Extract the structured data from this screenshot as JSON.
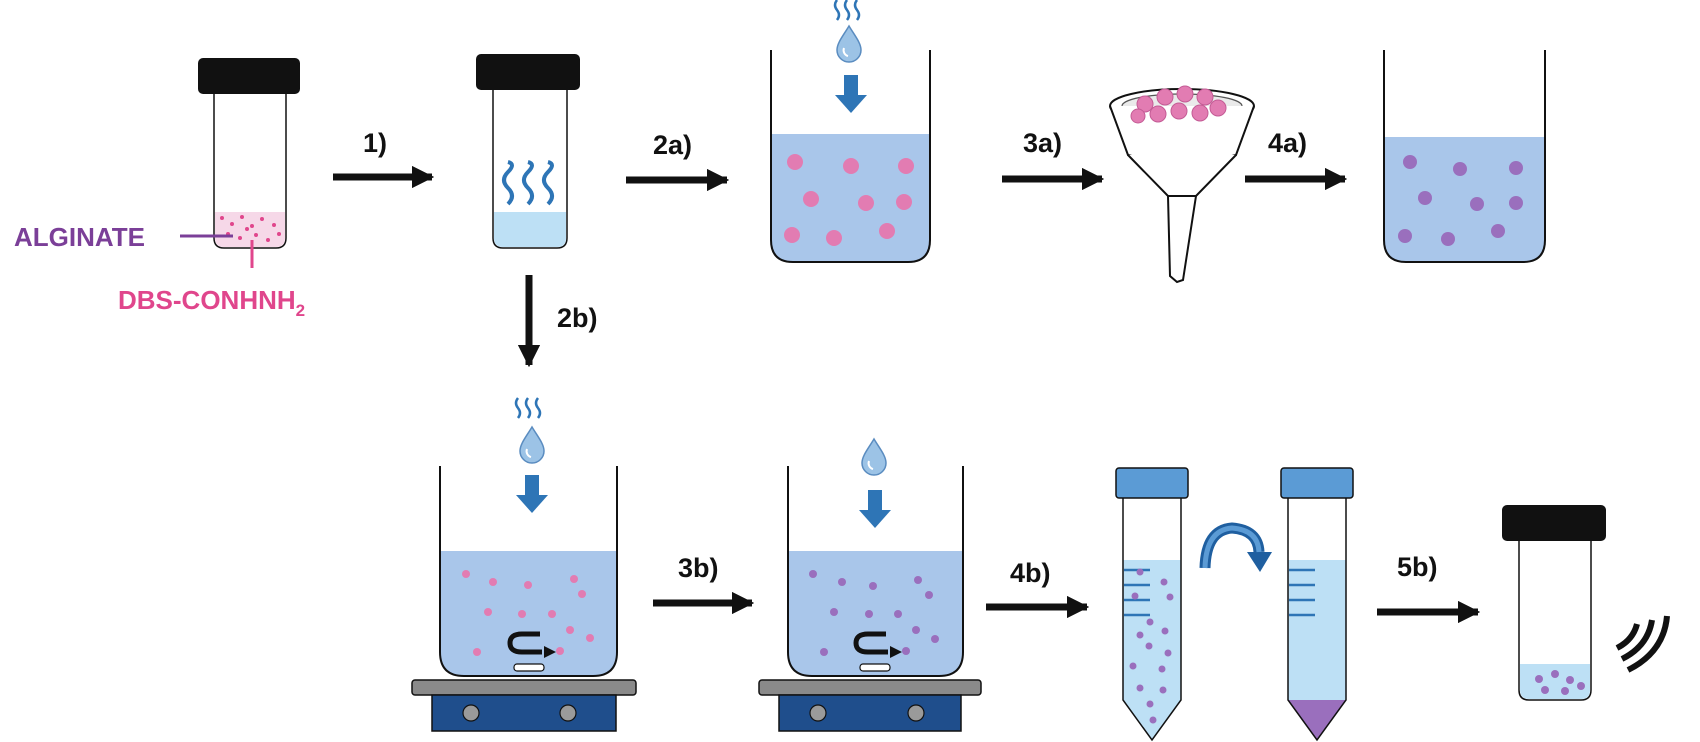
{
  "labels": {
    "alginate": "ALGINATE",
    "dbs_main": "DBS-CONHNH",
    "dbs_sub": "2"
  },
  "steps": {
    "s1": "1)",
    "s2a": "2a)",
    "s2b": "2b)",
    "s3a": "3a)",
    "s3b": "3b)",
    "s4a": "4a)",
    "s4b": "4b)",
    "s5b": "5b)"
  },
  "colors": {
    "alginate": "#7b3f98",
    "dbs": "#e0468c",
    "liquid": "#a9c6ea",
    "liquid_light": "#bde0f5",
    "bead_pink": "#e27cb2",
    "bead_purple": "#9a6fbd",
    "cap": "#111111",
    "tube_cap": "#5b9bd5",
    "arrow_blue": "#2e75b6",
    "stirrer": "#1f4e8c"
  },
  "icons": [
    "water-drop-icon",
    "heat-waves-icon",
    "stir-bar-icon",
    "flip-arrow-icon",
    "ultrasound-icon"
  ]
}
